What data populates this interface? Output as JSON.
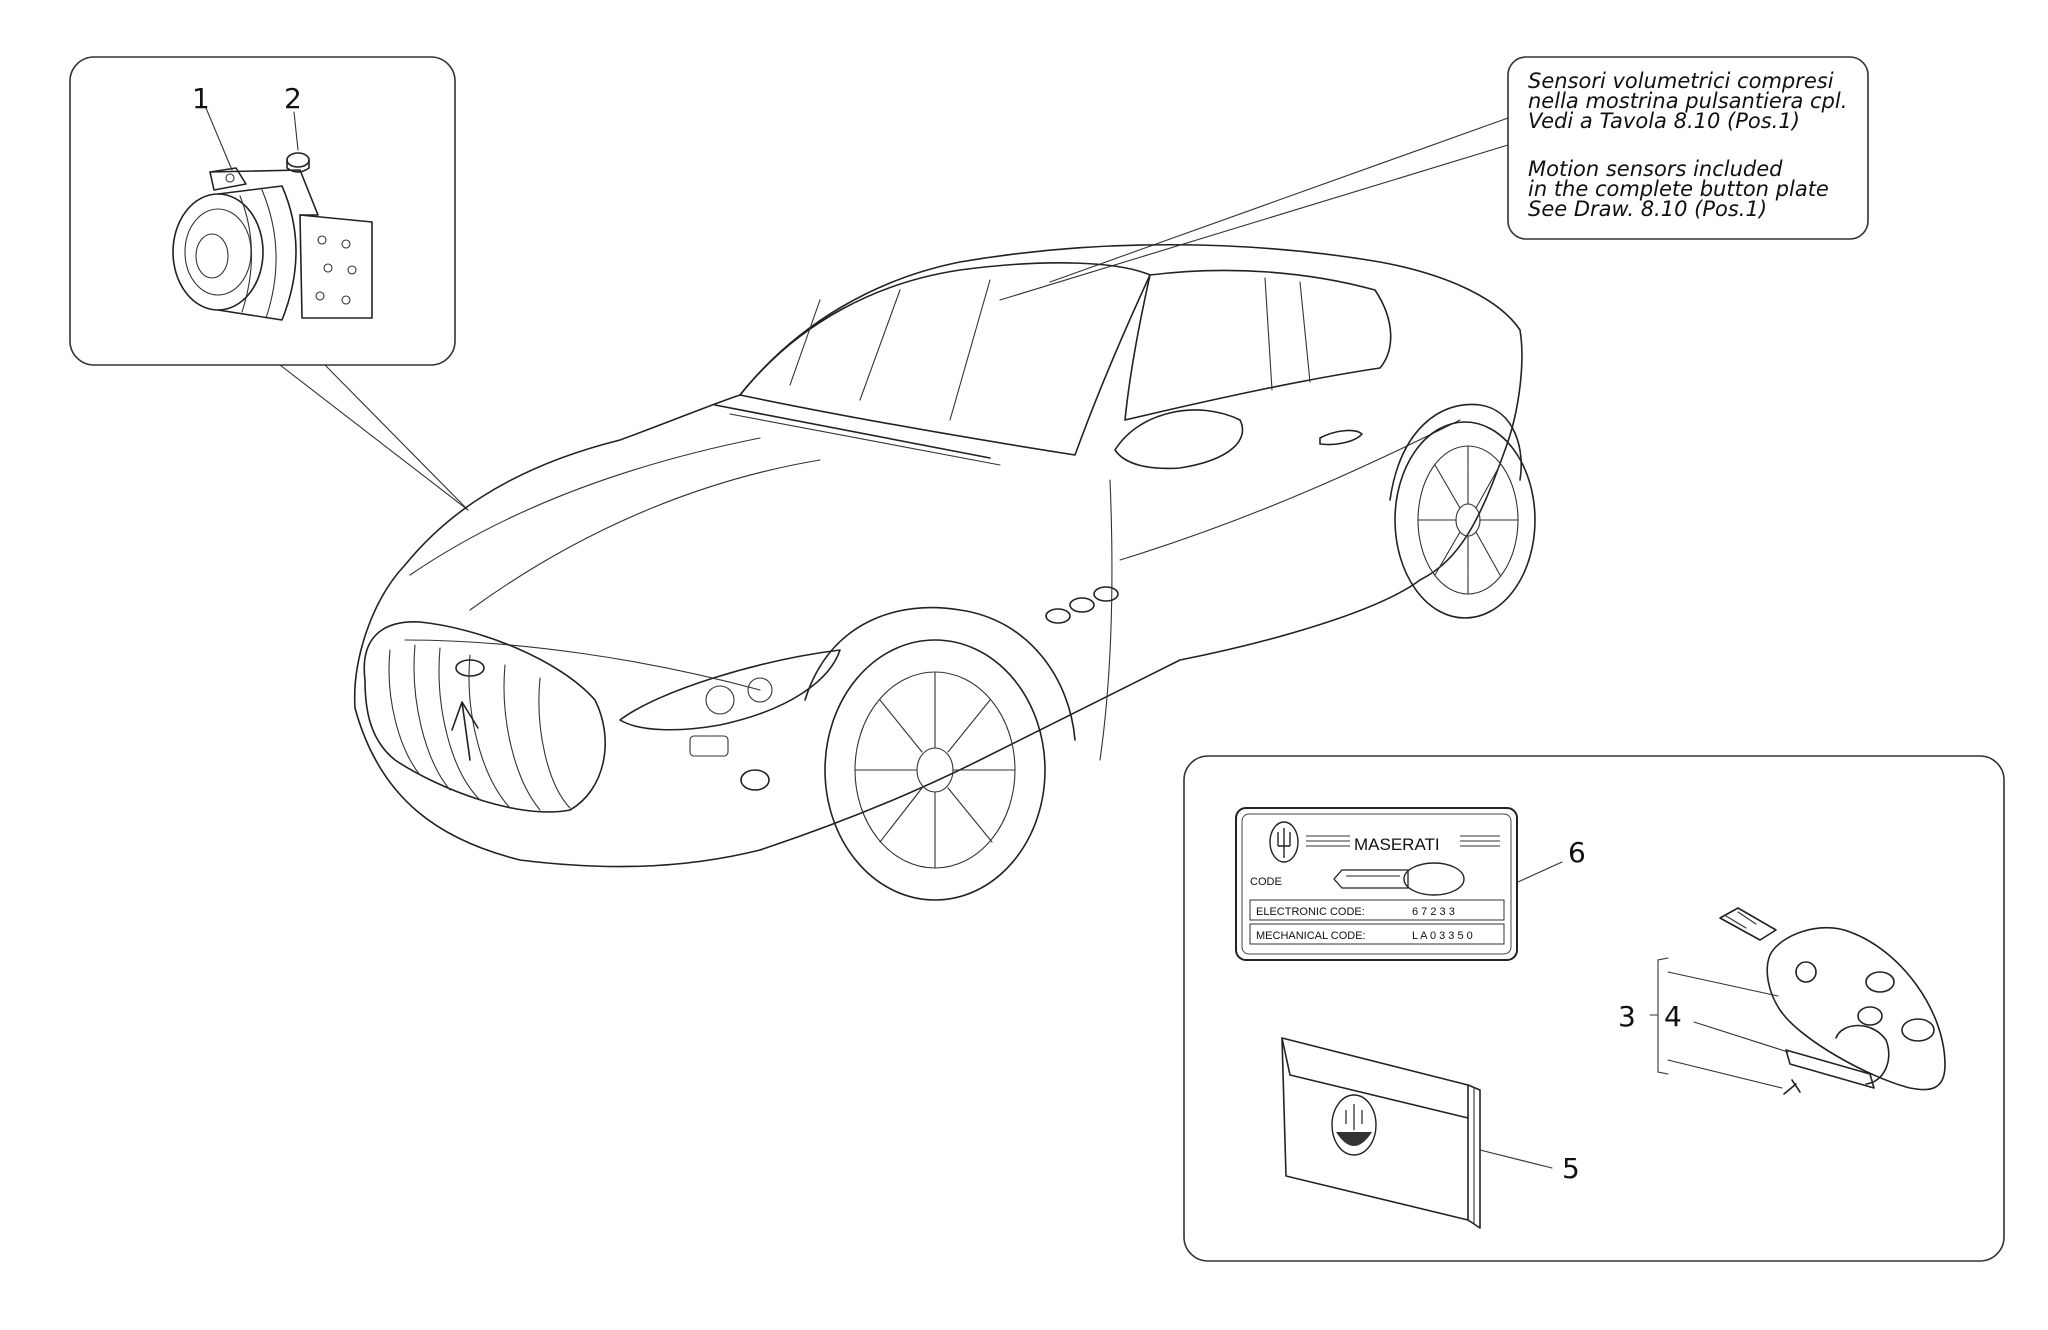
{
  "callouts": {
    "c1": "1",
    "c2": "2",
    "c3": "3",
    "c4": "4",
    "c5": "5",
    "c6": "6"
  },
  "note": {
    "it_line1": "Sensori volumetrici compresi",
    "it_line2": "nella mostrina pulsantiera cpl.",
    "it_line3": "Vedi a Tavola 8.10 (Pos.1)",
    "en_line1": "Motion sensors included",
    "en_line2": "in the complete button plate",
    "en_line3": "See Draw. 8.10 (Pos.1)"
  },
  "code_card": {
    "brand": "MASERATI",
    "code_label": "CODE",
    "electronic_label": "ELECTRONIC CODE:",
    "electronic_value": "6 7 2 3 3",
    "mechanical_label": "MECHANICAL CODE:",
    "mechanical_value": "L A 0 3 3 5 0"
  },
  "colors": {
    "line": "#222222",
    "background": "#ffffff"
  }
}
